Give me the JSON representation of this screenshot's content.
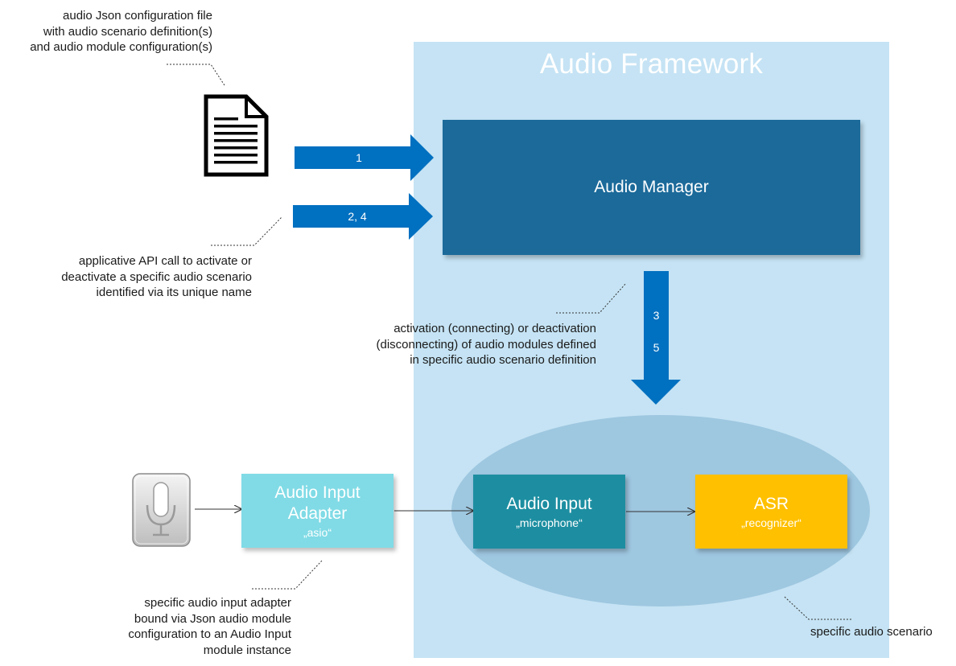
{
  "framework": {
    "title": "Audio Framework"
  },
  "audio_manager": {
    "label": "Audio Manager"
  },
  "arrows": {
    "arrow_1": "1",
    "arrow_2_4": "2, 4",
    "arrow_3": "3",
    "arrow_5": "5"
  },
  "boxes": {
    "adapter": {
      "title_line1": "Audio Input",
      "title_line2": "Adapter",
      "instance": "„asio“"
    },
    "audio_input": {
      "title": "Audio Input",
      "instance": "„microphone“"
    },
    "asr": {
      "title": "ASR",
      "instance": "„recognizer“"
    }
  },
  "notes": {
    "config_file": [
      "audio Json configuration file",
      "with audio scenario definition(s)",
      "and audio module configuration(s)"
    ],
    "api_call": [
      "applicative API call to activate or",
      "deactivate a specific audio scenario",
      "identified via its unique name"
    ],
    "activation": [
      "activation (connecting) or deactivation",
      "(disconnecting) of audio modules defined",
      "in specific audio scenario definition"
    ],
    "adapter": [
      "specific audio input adapter",
      "bound via Json audio module",
      "configuration to an Audio Input",
      "module instance"
    ],
    "scenario": "specific audio scenario"
  },
  "icons": {
    "document": "document-icon",
    "microphone": "microphone-icon"
  },
  "colors": {
    "framework_bg": "#c5e3f4",
    "manager": "#1b6a9a",
    "arrow_blue": "#0070c0",
    "adapter": "#80dbe6",
    "audio_input": "#1d8ea1",
    "asr": "#ffc000",
    "scenario_ellipse": "#9ec7e0"
  }
}
